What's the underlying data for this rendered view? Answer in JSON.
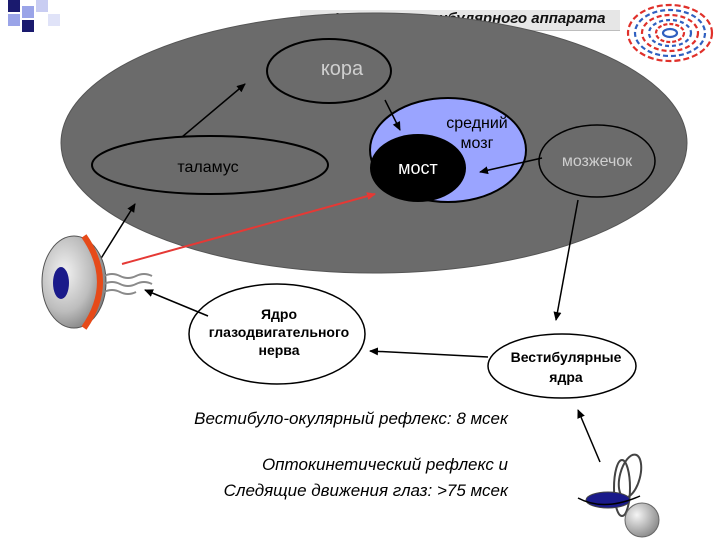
{
  "header": {
    "title": "Функции вестибулярного аппарата"
  },
  "nodes": {
    "cortex": "кора",
    "thalamus": "таламус",
    "midbrain_line1": "средний",
    "midbrain_line2": "мозг",
    "pons": "мост",
    "cerebellum": "мозжечок",
    "oculomotor_line1": "Ядро",
    "oculomotor_line2": "глазодвигательного",
    "oculomotor_line3": "нерва",
    "vestibular_line1": "Вестибулярные",
    "vestibular_line2": "ядра"
  },
  "captions": {
    "vor": "Вестибуло-окулярный рефлекс: 8 мсек",
    "okr_line1": "Оптокинетический рефлекс и",
    "okr_line2": "Следящие движения глаз: >75 мсек"
  },
  "colors": {
    "brain_fill": "#6b6b6b",
    "midbrain_fill": "#9aa4ff",
    "pons_fill": "#000000",
    "eye_iris": "#1a1a8a",
    "eye_rim": "#e64a19",
    "red_arrow": "#e53935",
    "spiral_red": "#e0302a",
    "spiral_blue": "#3060c0"
  }
}
